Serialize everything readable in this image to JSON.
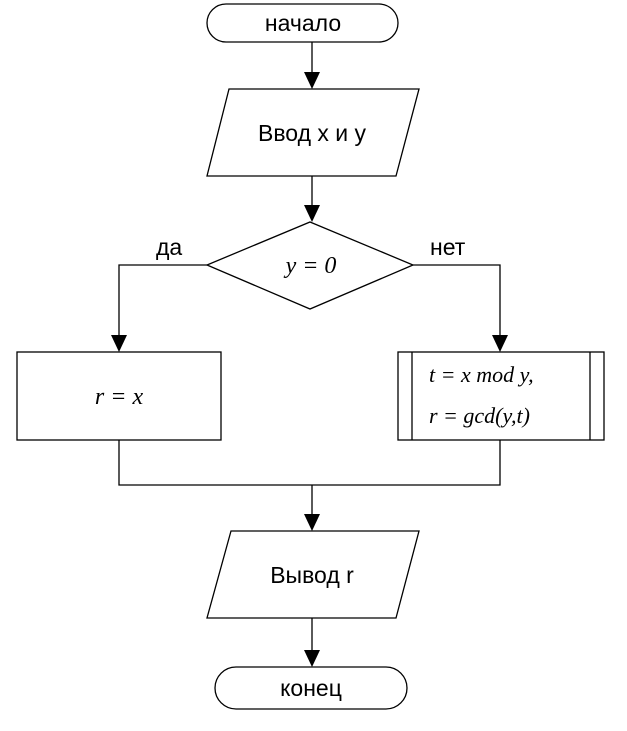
{
  "flowchart": {
    "start": "начало",
    "input": "Ввод x и y",
    "condition": "y = 0",
    "branch_yes": "да",
    "branch_no": "нет",
    "yes_process": "r = x",
    "no_process": {
      "line1": "t = x mod y,",
      "line2": "r = gcd(y,t)"
    },
    "output": "Вывод r",
    "end": "конец"
  }
}
